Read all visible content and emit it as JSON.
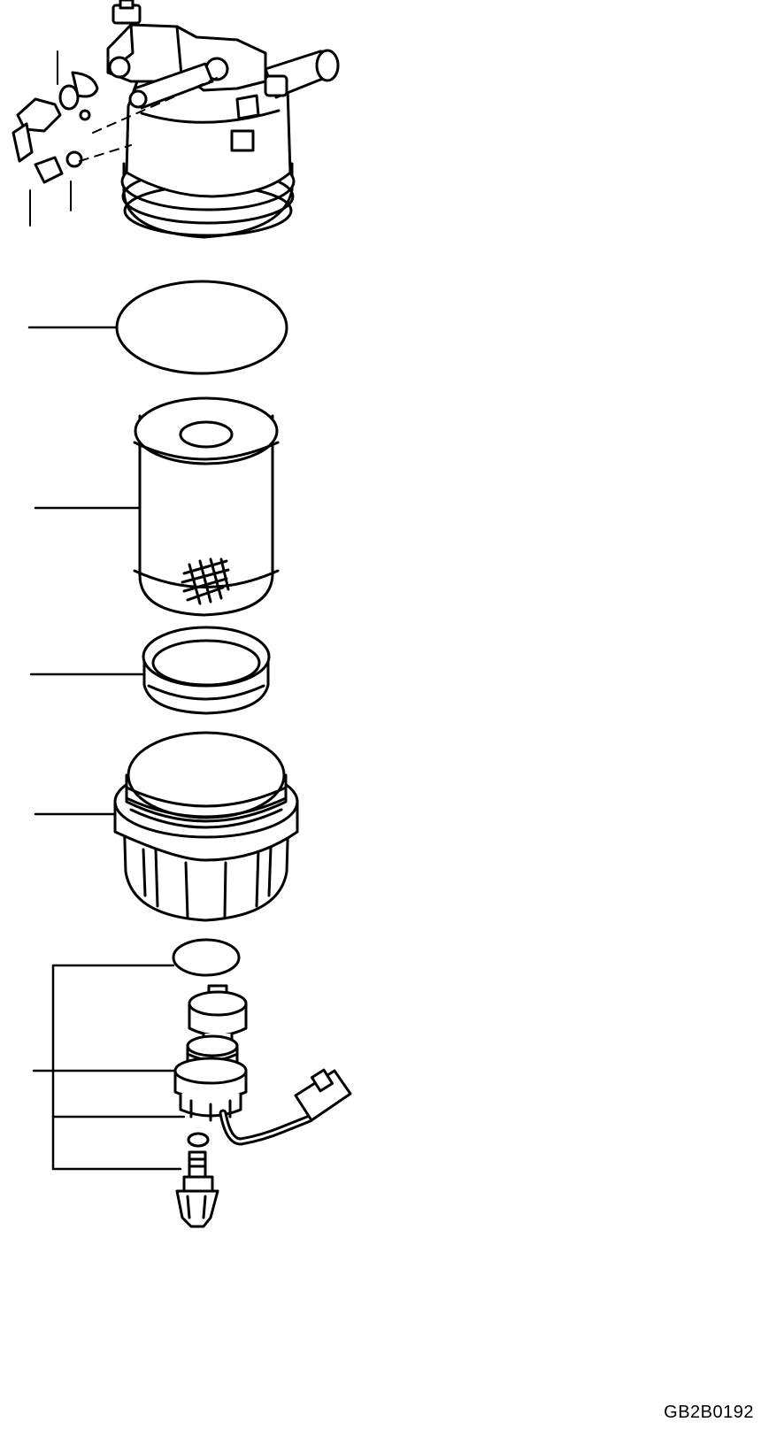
{
  "drawing": {
    "code": "GB2B0192",
    "ink_color": "#000000",
    "paper_color": "#ffffff"
  },
  "parts": [
    {
      "name": "filter-head",
      "kind": "bracket-with-fittings"
    },
    {
      "name": "gasket",
      "kind": "flat-seal"
    },
    {
      "name": "filter-element",
      "kind": "cartridge"
    },
    {
      "name": "seal-ring",
      "kind": "ring"
    },
    {
      "name": "bowl",
      "kind": "threaded-bowl"
    },
    {
      "name": "drain-assembly",
      "kind": "sensor-with-drain-valve"
    }
  ]
}
